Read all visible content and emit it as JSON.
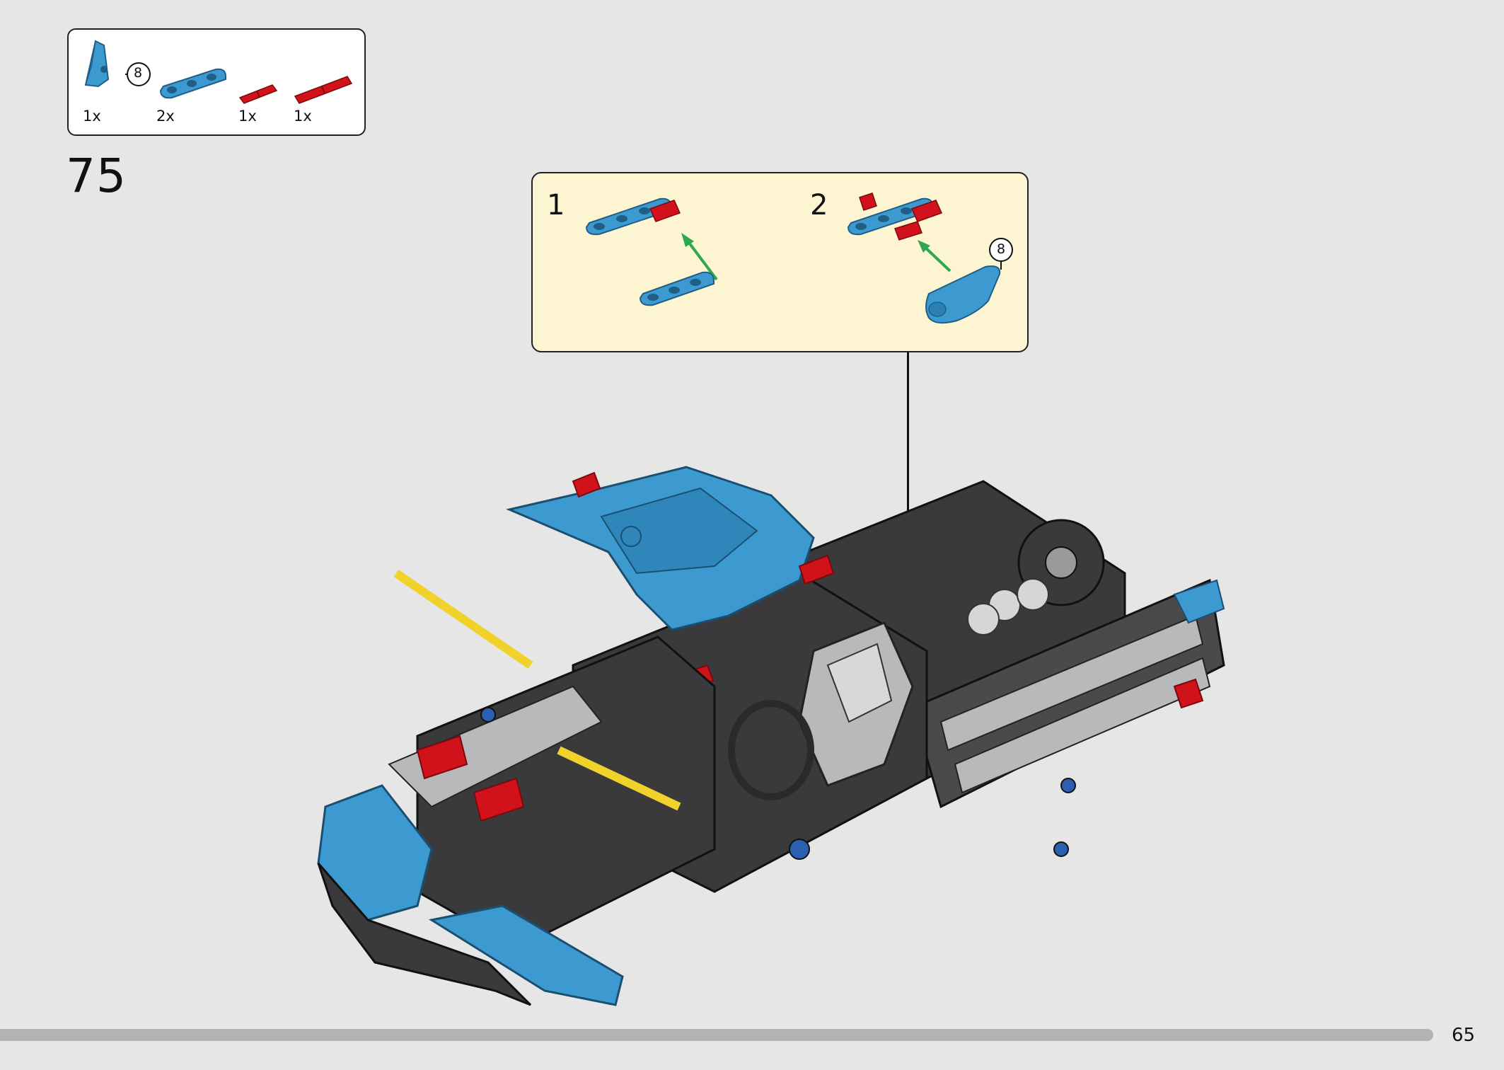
{
  "parts_list": {
    "items": [
      {
        "name": "panel",
        "qty": "1x",
        "count_badge": "8",
        "color": "#3d9ad1"
      },
      {
        "name": "beam-3",
        "qty": "2x",
        "color": "#3d9ad1"
      },
      {
        "name": "pin-red-short",
        "qty": "1x",
        "color": "#d2121a"
      },
      {
        "name": "pin-red-long",
        "qty": "1x",
        "color": "#d2121a"
      }
    ]
  },
  "step": {
    "number": "75"
  },
  "callout": {
    "substeps": [
      {
        "number": "1"
      },
      {
        "number": "2",
        "count_badge": "8"
      }
    ],
    "background": "#fdf5d2"
  },
  "colors": {
    "azure": "#3d9ad1",
    "red": "#d2121a",
    "dark_grey": "#3a3a3c",
    "light_grey": "#b8b9bb",
    "yellow": "#f0d22a",
    "green_arrow": "#2ea84f",
    "background": "#e6e6e6"
  },
  "page": {
    "number": "65",
    "progress": 0.95
  }
}
